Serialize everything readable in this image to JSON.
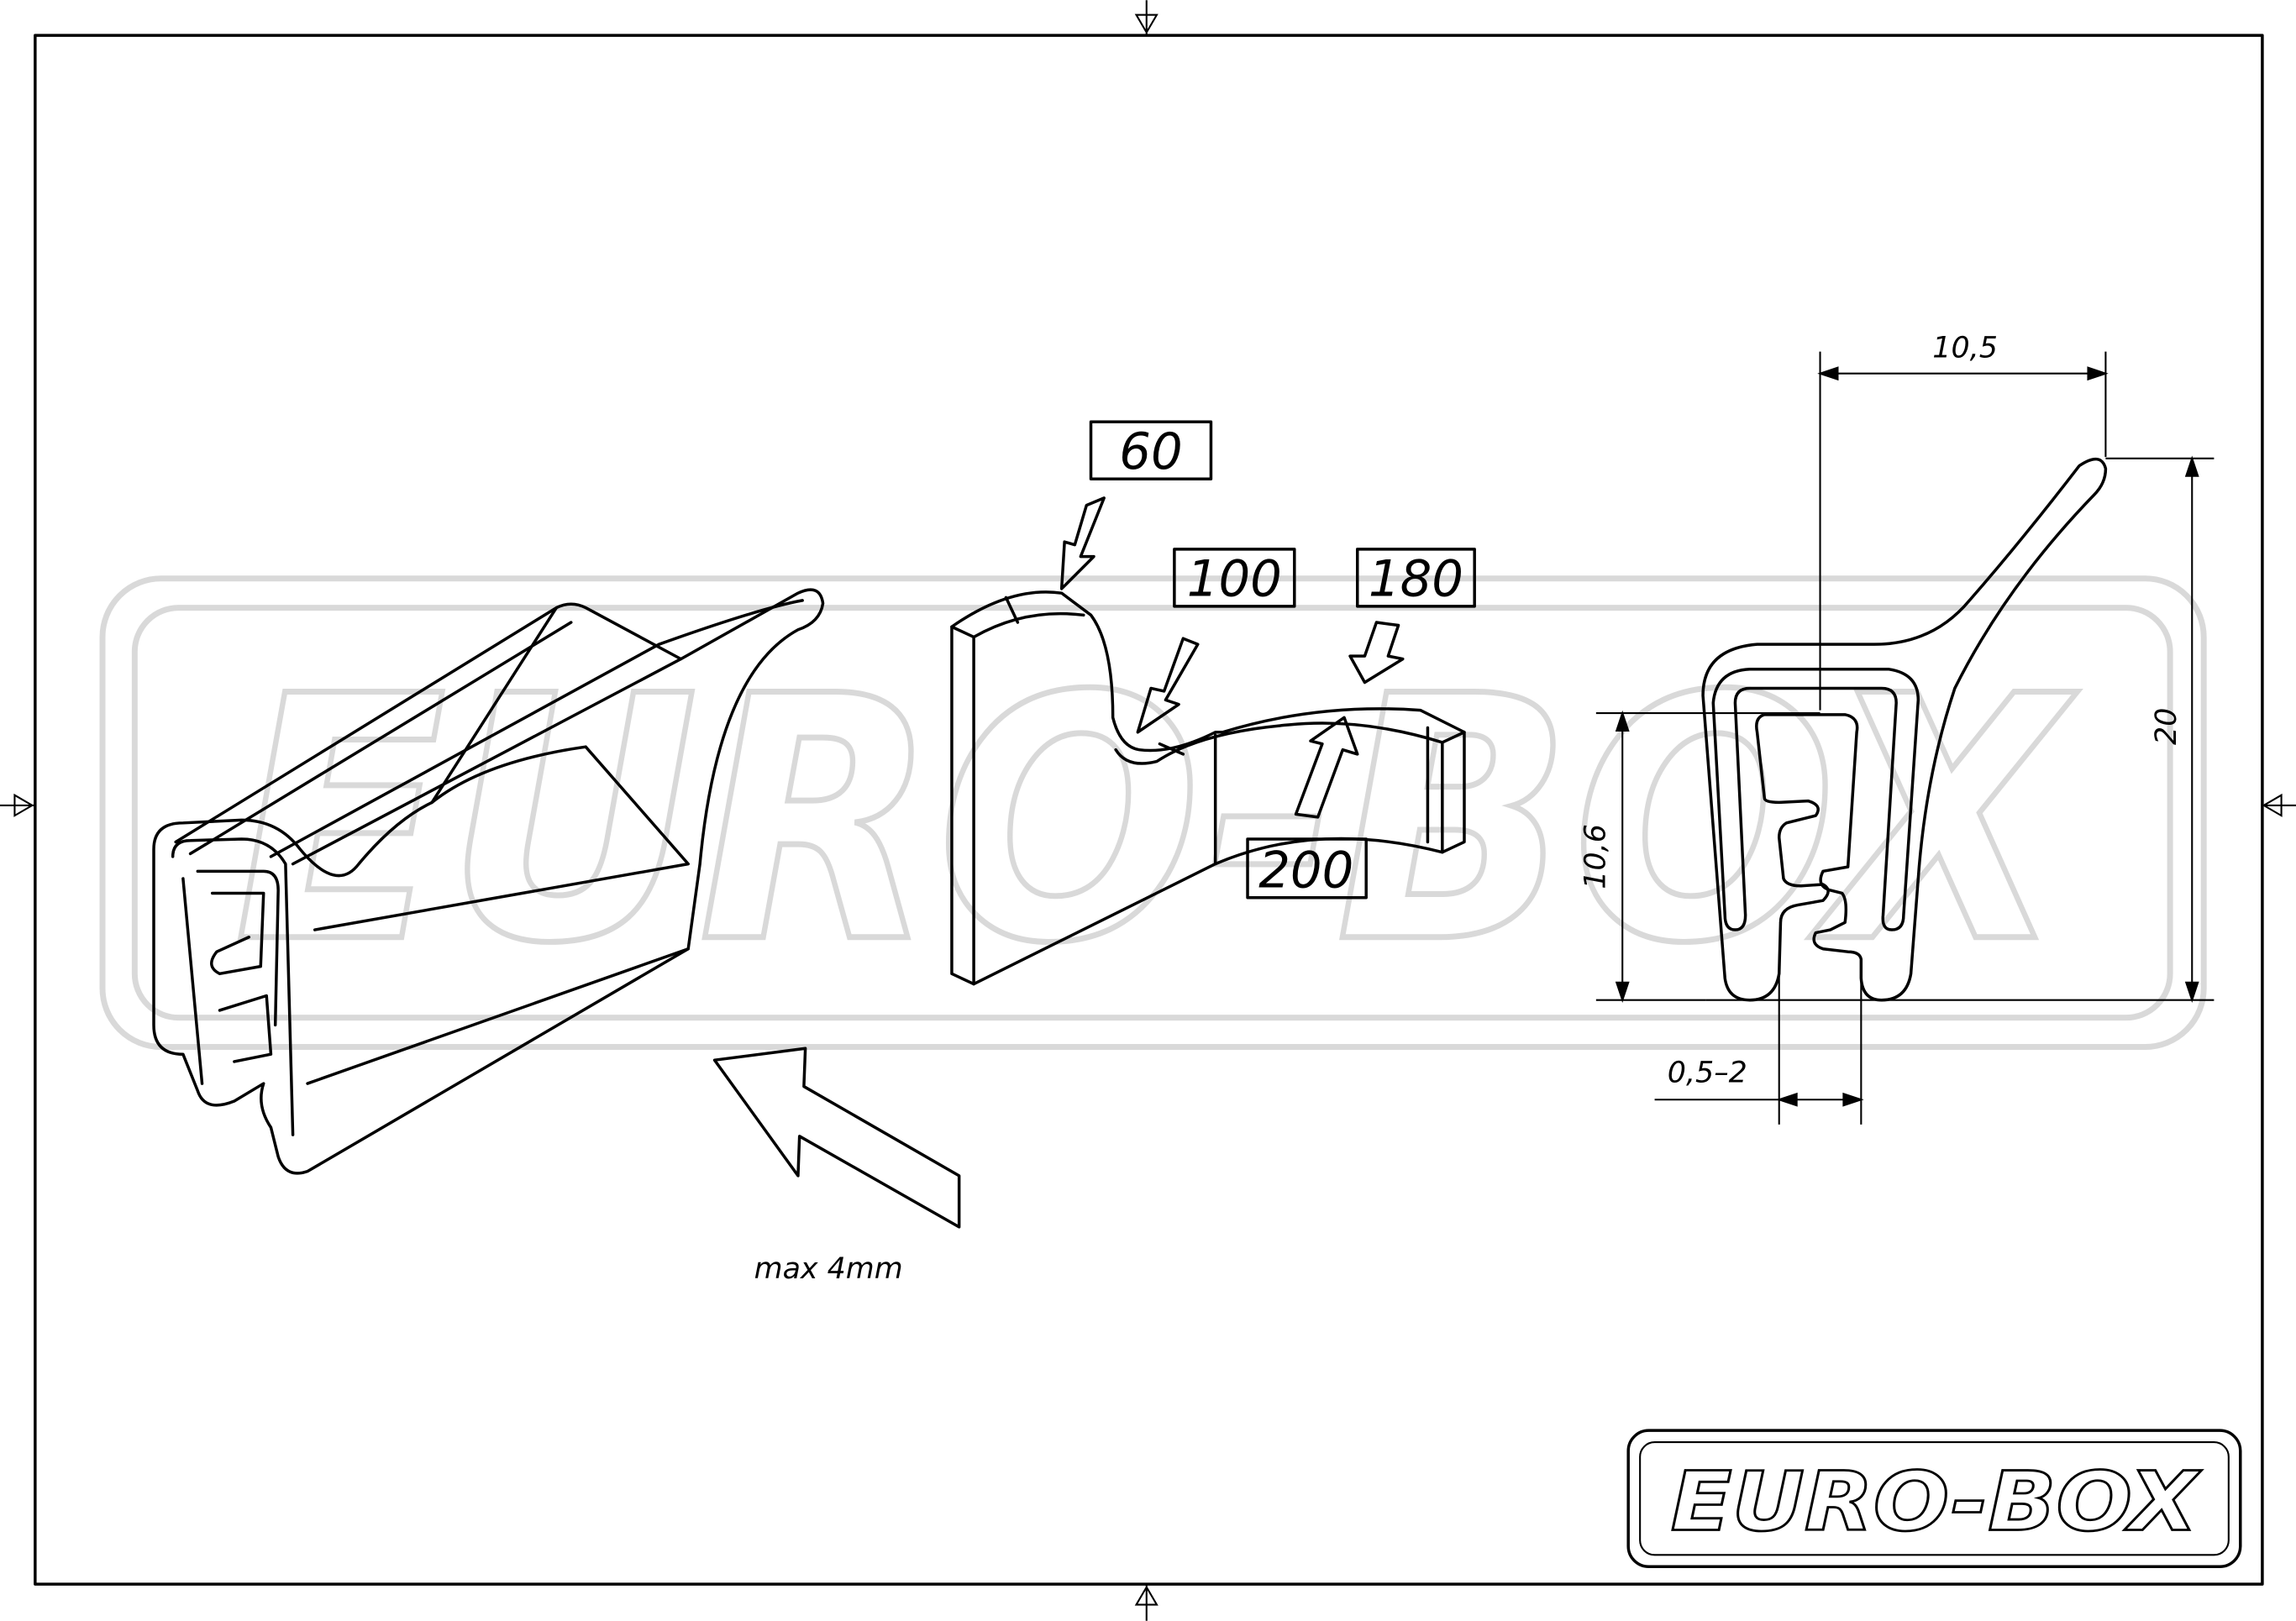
{
  "drawing": {
    "watermark_text": "EURO-BOX",
    "logo_text": "EURO-BOX",
    "note": "max 4mm",
    "callouts": [
      "60",
      "100",
      "180",
      "200"
    ],
    "dimensions": {
      "width_top": "10,5",
      "height_total": "20",
      "height_inner": "10,6",
      "gap_range": "0,5–2"
    }
  }
}
